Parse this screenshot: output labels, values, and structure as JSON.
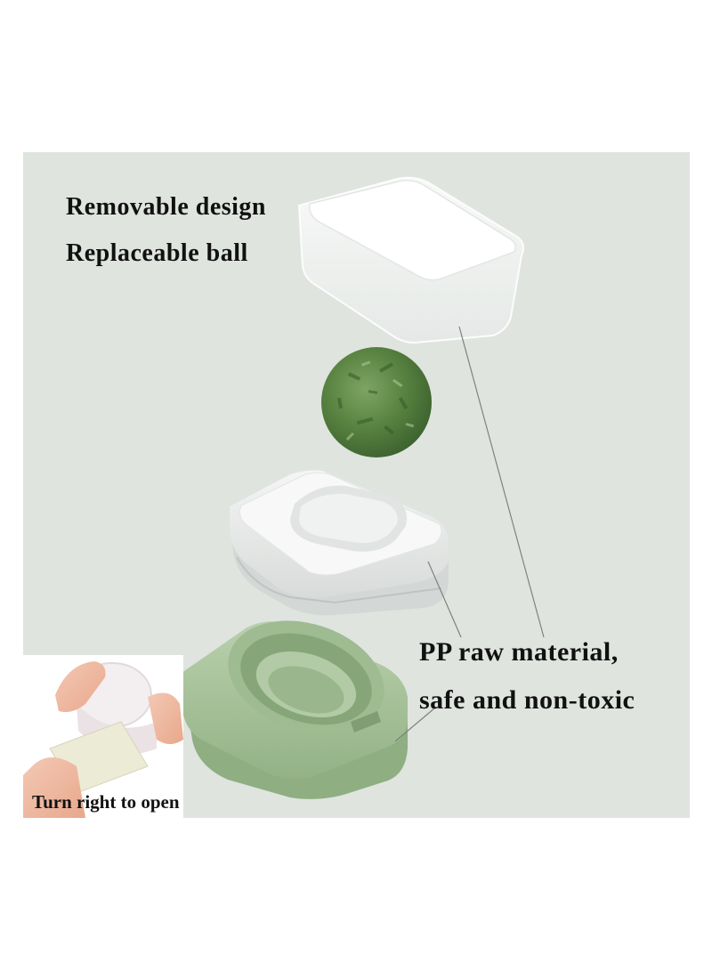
{
  "headline": {
    "line1": "Removable design",
    "line2": "Replaceable ball"
  },
  "material": {
    "line1": "PP raw material,",
    "line2": "safe and non-toxic"
  },
  "inset": {
    "caption": "Turn right to open"
  },
  "colors": {
    "background": "#dfe4df",
    "lid": "#f2f4f3",
    "ball": "#4f7a3a",
    "ring": "#e9ebea",
    "base": "#a7c39a",
    "text": "#111111"
  }
}
